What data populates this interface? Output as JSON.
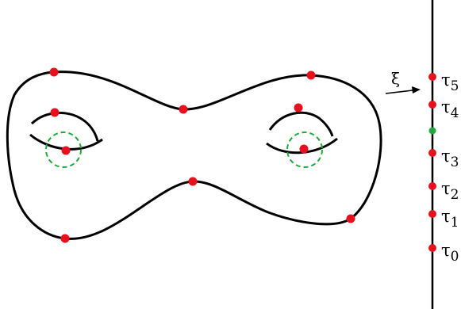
{
  "colors": {
    "outline": "#000000",
    "critical_point": "#e8101c",
    "special_point": "#1fa83c",
    "circle": "#21a83a",
    "background": "#ffffff"
  },
  "arrow": {
    "label": "ξ"
  },
  "levels": [
    {
      "symbol": "τ",
      "sub": "5"
    },
    {
      "symbol": "τ",
      "sub": "4"
    },
    {
      "symbol": "τ",
      "sub": "3"
    },
    {
      "symbol": "τ",
      "sub": "2"
    },
    {
      "symbol": "τ",
      "sub": "1"
    },
    {
      "symbol": "τ",
      "sub": "0"
    }
  ]
}
